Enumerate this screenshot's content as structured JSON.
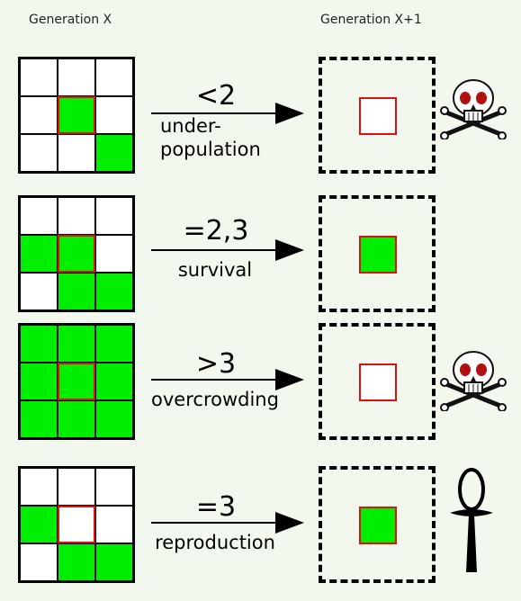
{
  "headers": {
    "left": "Generation X",
    "right": "Generation X+1"
  },
  "rules": [
    {
      "condition": "<2",
      "description": "under-\npopulation",
      "grid": [
        [
          false,
          false,
          false
        ],
        [
          false,
          true,
          false
        ],
        [
          false,
          false,
          true
        ]
      ],
      "next_alive": false,
      "symbol": "skull-crossbones-icon"
    },
    {
      "condition": "=2,3",
      "description": "survival",
      "grid": [
        [
          false,
          false,
          false
        ],
        [
          true,
          true,
          false
        ],
        [
          false,
          true,
          true
        ]
      ],
      "next_alive": true,
      "symbol": "none"
    },
    {
      "condition": ">3",
      "description": "overcrowding",
      "grid": [
        [
          true,
          true,
          true
        ],
        [
          true,
          true,
          true
        ],
        [
          true,
          true,
          true
        ]
      ],
      "next_alive": false,
      "symbol": "skull-crossbones-icon"
    },
    {
      "condition": "=3",
      "description": "reproduction",
      "grid": [
        [
          false,
          false,
          false
        ],
        [
          true,
          false,
          false
        ],
        [
          false,
          true,
          true
        ]
      ],
      "next_alive": true,
      "symbol": "ankh-icon"
    }
  ],
  "colors": {
    "alive": "#00ee00",
    "dead": "#ffffff",
    "focus_outline": "#e01010",
    "background": "#f3f8ef"
  }
}
